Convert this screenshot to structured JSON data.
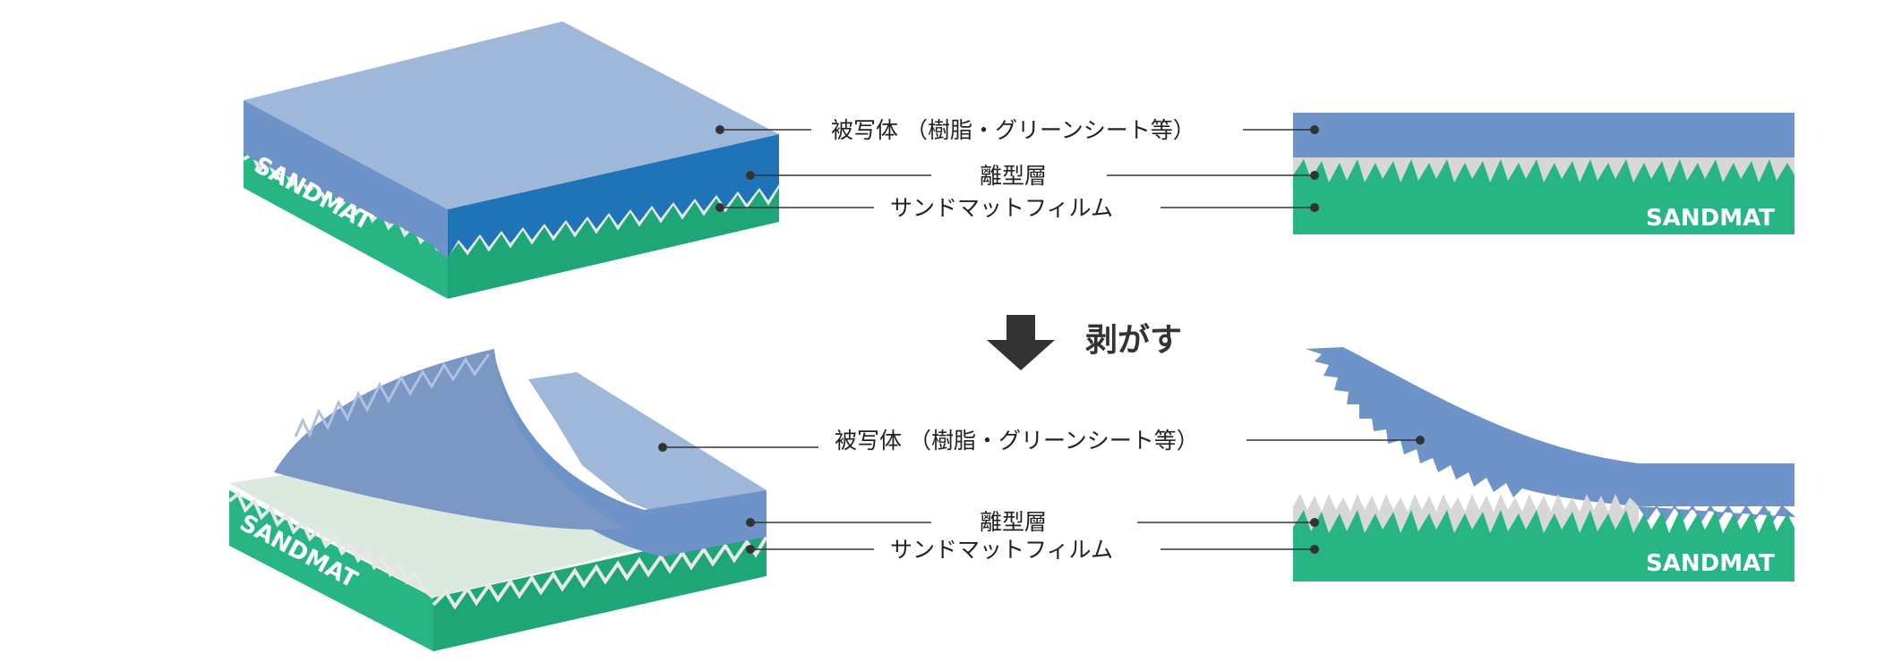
{
  "colors": {
    "object_top": "#9fb8da",
    "object_side": "#6d93c8",
    "release_side": "#1f74b8",
    "film": "#27b583",
    "film_dark": "#1f9e71",
    "release_spikes": "#d7d7d7",
    "arrow": "#333333",
    "text": "#222222"
  },
  "labels": {
    "object": "被写体 （樹脂・グリーンシート等）",
    "release": "離型層",
    "film": "サンドマットフィルム",
    "peel": "剥がす"
  },
  "brand": "SANDMAT",
  "icons": {
    "arrow": "arrow-down-icon"
  }
}
